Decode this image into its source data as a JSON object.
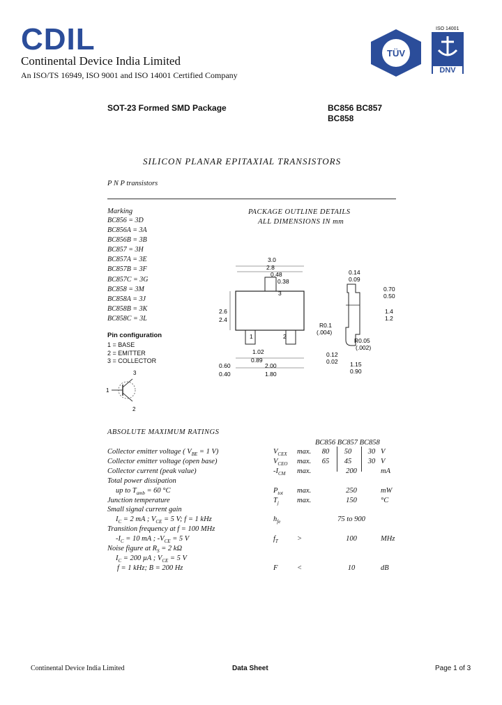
{
  "header": {
    "logo": "CDIL",
    "company": "Continental Device India Limited",
    "certification": "An ISO/TS 16949, ISO 9001 and ISO 14001 Certified Company",
    "tuv_label": "TÜV",
    "iso_badge": "ISO 14001",
    "dnv_label": "DNV"
  },
  "package_title": "SOT-23 Formed SMD Package",
  "parts": [
    "BC856 BC857",
    "BC858"
  ],
  "main_title": "SILICON PLANAR EPITAXIAL TRANSISTORS",
  "subtitle": "P N P transistors",
  "marking": {
    "heading": "Marking",
    "items": [
      "BC856 = 3D",
      "BC856A = 3A",
      "BC856B = 3B",
      "BC857 = 3H",
      "BC857A = 3E",
      "BC857B = 3F",
      "BC857C = 3G",
      "BC858 = 3M",
      "BC858A = 3J",
      "BC858B = 3K",
      "BC858C = 3L"
    ]
  },
  "pin_config": {
    "heading": "Pin configuration",
    "items": [
      "1 = BASE",
      "2 = EMITTER",
      "3 = COLLECTOR"
    ],
    "symbol_pins": [
      "3",
      "1",
      "2"
    ]
  },
  "outline": {
    "title": "PACKAGE OUTLINE DETAILS",
    "subtitle": "ALL DIMENSIONS IN mm",
    "dims": {
      "w_max": "3.0",
      "w_min": "2.8",
      "lead_max": "0.48",
      "lead_min": "0.38",
      "h_max": "2.6",
      "h_min": "2.4",
      "pitch_max": "1.02",
      "pitch_min": "0.89",
      "span_max": "2.00",
      "span_min": "1.80",
      "foot_max": "0.60",
      "foot_min": "0.40",
      "thick_max": "0.14",
      "thick_min": "0.09",
      "top_max": "0.70",
      "top_min": "0.50",
      "body_max": "1.4",
      "body_min": "1.2",
      "rad1": "R0.1",
      "rad1b": "(.004)",
      "rad2": "R0.05",
      "rad2b": "(.002)",
      "stand_max": "0.12",
      "stand_min": "0.02",
      "len_max": "1.15",
      "len_min": "0.90",
      "pin3": "3",
      "pin1": "1",
      "pin2": "2"
    }
  },
  "ratings": {
    "heading": "ABSOLUTE MAXIMUM RATINGS",
    "columns": [
      "BC856",
      "BC857",
      "BC858"
    ],
    "rows": [
      {
        "p": "Collector emitter voltage ( V",
        "sub": "BE",
        "p2": " = 1 V)",
        "sym": "V",
        "symsub": "CEX",
        "q": "max.",
        "v1": "80",
        "v2": "50",
        "v3": "30",
        "u": "V"
      },
      {
        "p": "Collector emitter voltage (open base)",
        "sub": "",
        "p2": "",
        "sym": "V",
        "symsub": "CEO",
        "q": "max.",
        "v1": "65",
        "v2": "45",
        "v3": "30",
        "u": "V"
      },
      {
        "p": "Collector current (peak value)",
        "sub": "",
        "p2": "",
        "sym": "-I",
        "symsub": "CM",
        "q": "max.",
        "v1": "",
        "v2": "200",
        "v3": "",
        "u": "mA"
      },
      {
        "p": "Total power dissipation",
        "sub": "",
        "p2": "",
        "sym": "",
        "symsub": "",
        "q": "",
        "v1": "",
        "v2": "",
        "v3": "",
        "u": ""
      },
      {
        "p": "up to T",
        "sub": "amb",
        "p2": " = 60 °C",
        "sym": "P",
        "symsub": "tot",
        "q": "max.",
        "v1": "",
        "v2": "250",
        "v3": "",
        "u": "mW"
      },
      {
        "p": "Junction temperature",
        "sub": "",
        "p2": "",
        "sym": "T",
        "symsub": "j",
        "q": "max.",
        "v1": "",
        "v2": "150",
        "v3": "",
        "u": "°C"
      },
      {
        "p": "Small signal current gain",
        "sub": "",
        "p2": "",
        "sym": "",
        "symsub": "",
        "q": "",
        "v1": "",
        "v2": "",
        "v3": "",
        "u": ""
      },
      {
        "p": "I",
        "sub": "C",
        "p2": " = 2 mA ; V",
        "sub2": "CE",
        "p3": " = 5 V; f = 1 kHz",
        "sym": "h",
        "symsub": "fe",
        "q": "",
        "v1": "",
        "v2": "75 to 900",
        "v3": "",
        "u": ""
      },
      {
        "p": "Transition frequency at f = 100 MHz",
        "sub": "",
        "p2": "",
        "sym": "",
        "symsub": "",
        "q": "",
        "v1": "",
        "v2": "",
        "v3": "",
        "u": ""
      },
      {
        "p": "-I",
        "sub": "C",
        "p2": " = 10 mA ; -V",
        "sub2": "CE",
        "p3": " = 5 V",
        "sym": "f",
        "symsub": "T",
        "q": ">",
        "v1": "",
        "v2": "100",
        "v3": "",
        "u": "MHz"
      },
      {
        "p": "Noise figure at R",
        "sub": "S",
        "p2": " = 2 kΩ",
        "sym": "",
        "symsub": "",
        "q": "",
        "v1": "",
        "v2": "",
        "v3": "",
        "u": ""
      },
      {
        "p": "I",
        "sub": "C",
        "p2": " = 200 µA ; V",
        "sub2": "CE",
        "p3": " = 5 V",
        "sym": "",
        "symsub": "",
        "q": "",
        "v1": "",
        "v2": "",
        "v3": "",
        "u": ""
      },
      {
        "p": "f = 1 kHz; B = 200 Hz",
        "sub": "",
        "p2": "",
        "sym": "F",
        "symsub": "",
        "q": "<",
        "v1": "",
        "v2": "10",
        "v3": "",
        "u": "dB"
      }
    ]
  },
  "footer": {
    "company": "Continental Device India Limited",
    "center": "Data Sheet",
    "page": "Page 1 of 3"
  }
}
